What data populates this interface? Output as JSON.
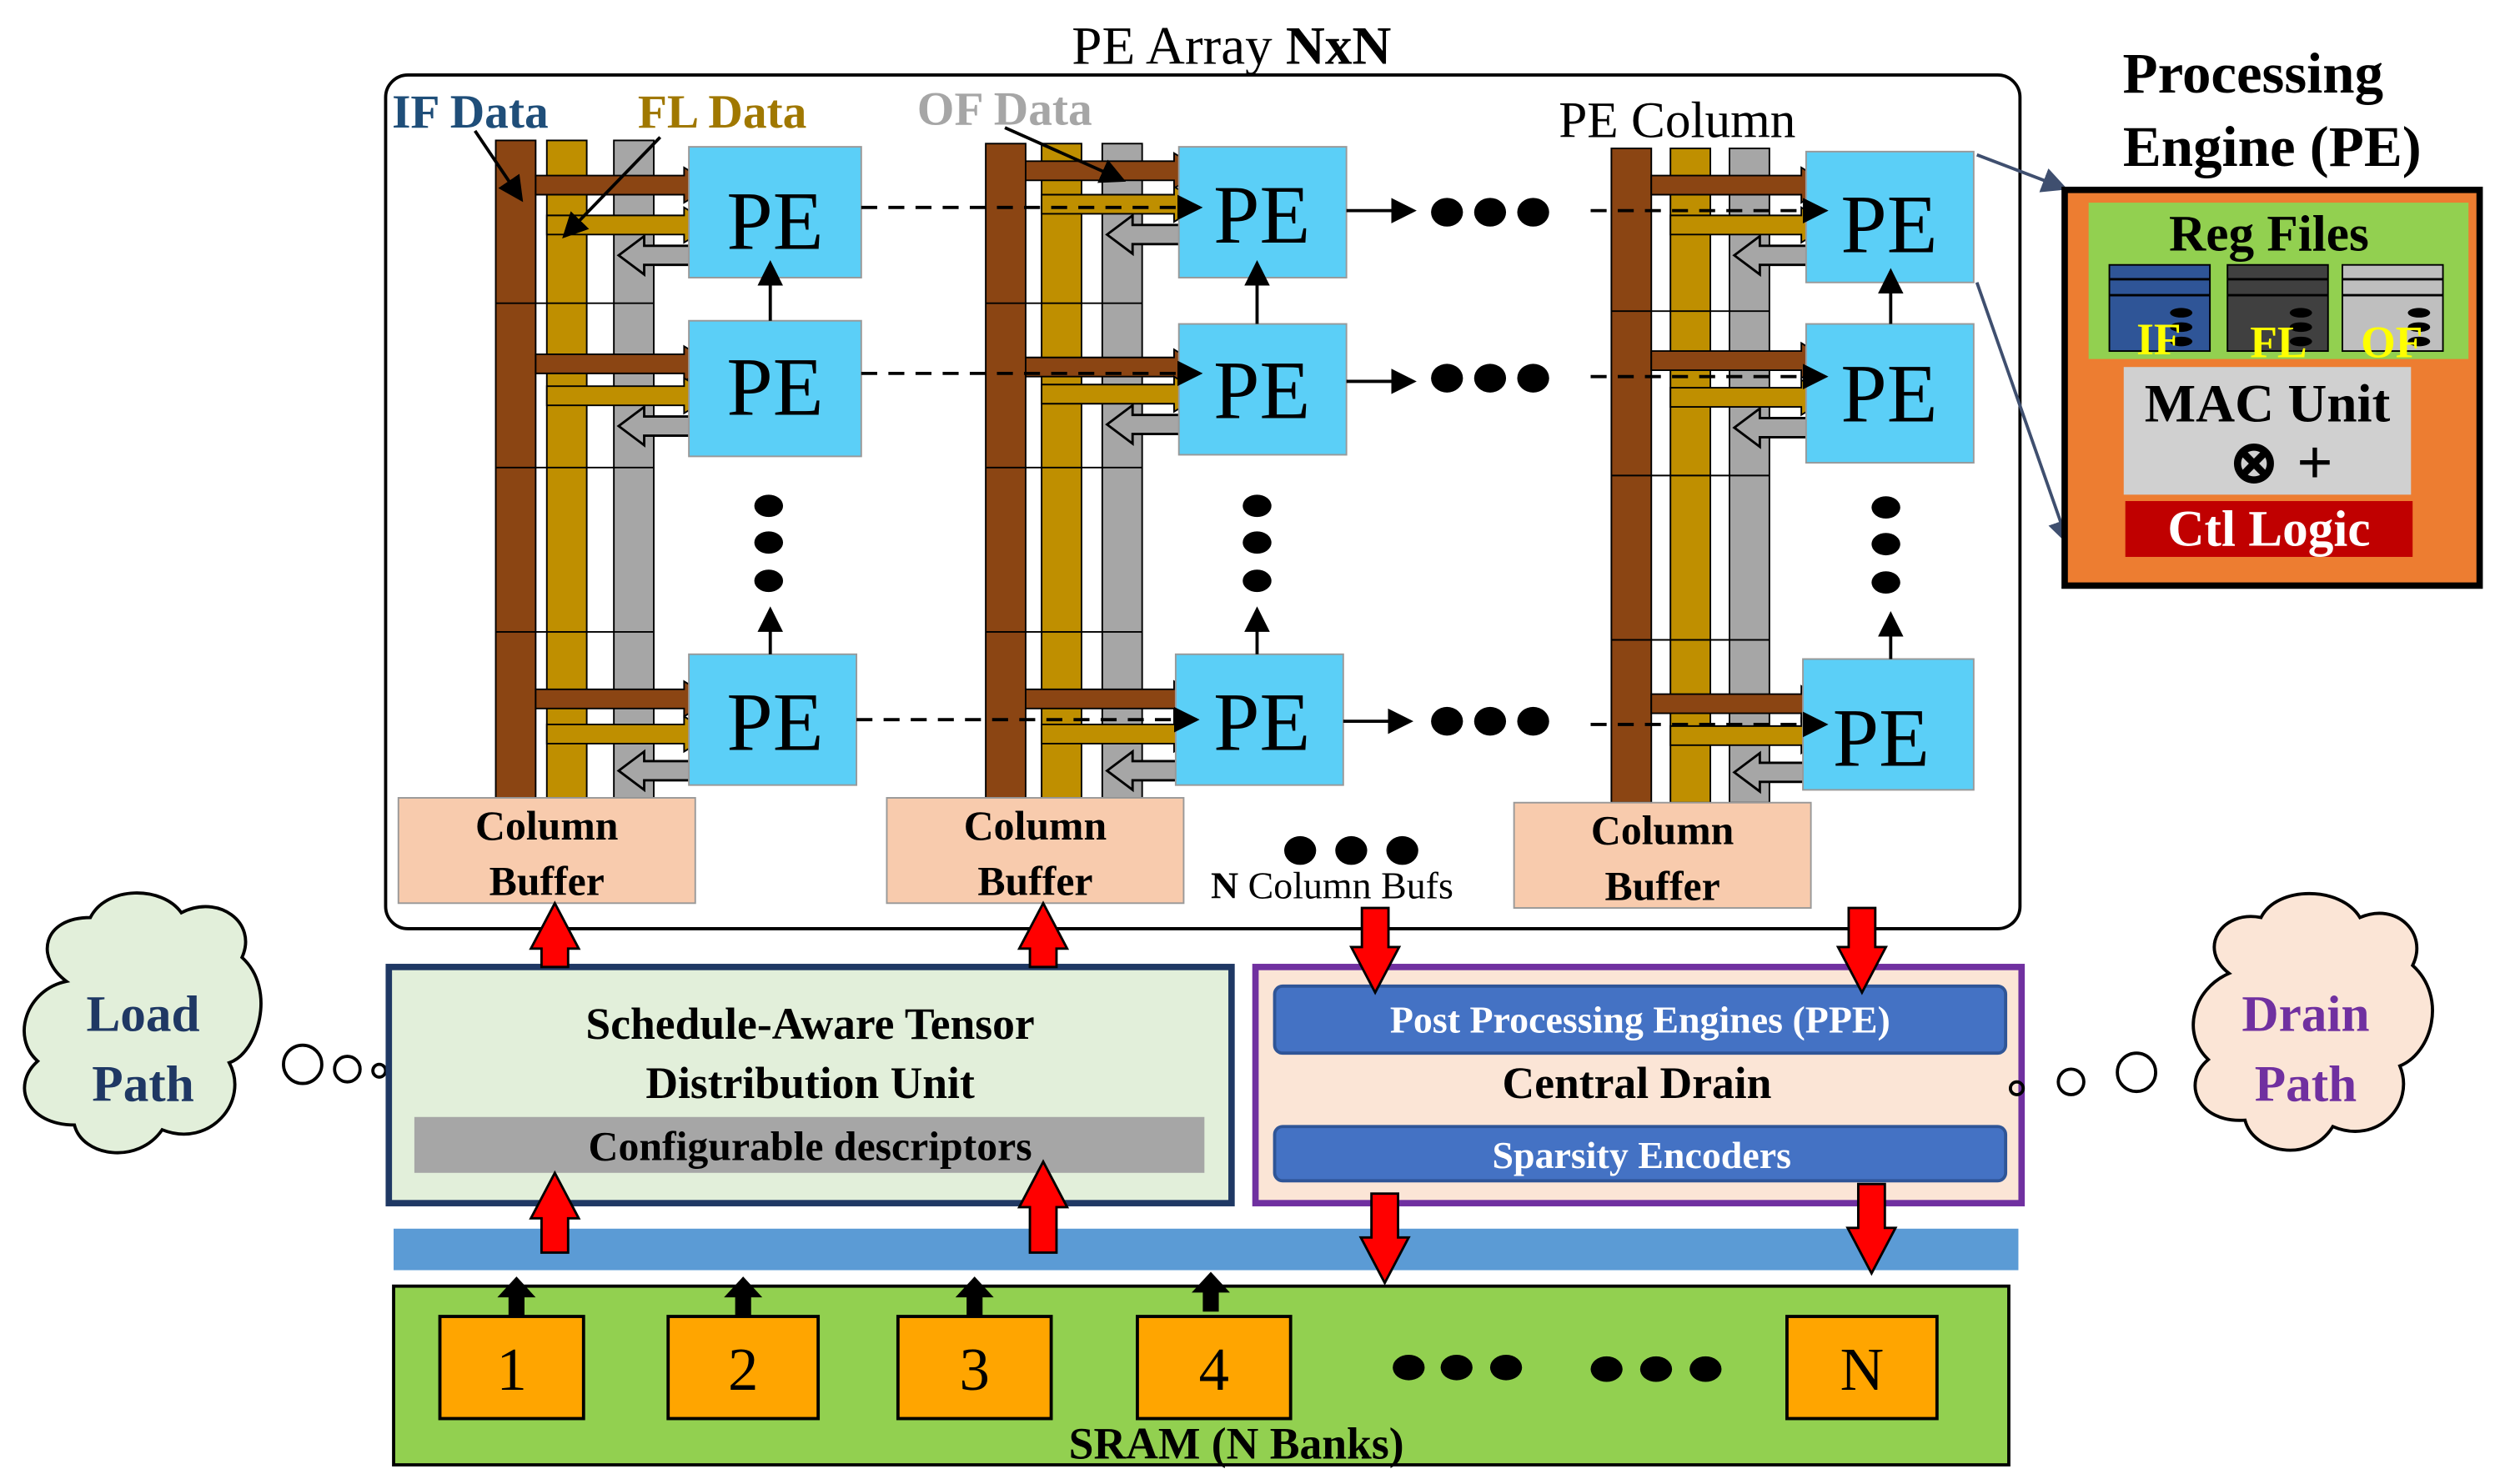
{
  "array": {
    "title_prefix": "PE Array ",
    "title_bold": "NxN",
    "if_label": "IF Data",
    "fl_label": "FL Data",
    "of_label": "OF Data",
    "column_label": "PE Column",
    "pe_label": "PE",
    "column_buffer_line1": "Column",
    "column_buffer_line2": "Buffer",
    "n_bufs_bold": "N",
    "n_bufs_rest": " Column Bufs"
  },
  "pe_detail": {
    "title_line1": "Processing",
    "title_line2": "Engine (PE)",
    "reg_files": "Reg Files",
    "reg_if": "IF",
    "reg_fl": "FL",
    "reg_of": "OF",
    "mac_unit": "MAC Unit",
    "mac_ops": "⊗ +",
    "ctl_logic": "Ctl Logic"
  },
  "load": {
    "cloud_line1": "Load",
    "cloud_line2": "Path",
    "unit_line1": "Schedule-Aware Tensor",
    "unit_line2": "Distribution Unit",
    "descriptors": "Configurable descriptors"
  },
  "drain": {
    "cloud_line1": "Drain",
    "cloud_line2": "Path",
    "ppe": "Post Processing Engines (PPE)",
    "central": "Central Drain",
    "sparsity": "Sparsity Encoders"
  },
  "sram": {
    "label": "SRAM  (N Banks)",
    "banks": [
      "1",
      "2",
      "3",
      "4",
      "N"
    ]
  },
  "colors": {
    "if_bus": "#8B4513",
    "fl_bus": "#BF8F00",
    "of_bus": "#A6A6A6",
    "pe_fill": "#5BCFF7",
    "buffer_fill": "#F8CBAD",
    "sram_fill": "#92D050",
    "bank_fill": "#FFA500",
    "load_box": "#E2EFDA",
    "load_border": "#1F3864",
    "drain_box": "#FBE5D6",
    "drain_border": "#7030A0",
    "ppe_fill": "#4472C4",
    "red_arrow": "#FF0000",
    "pe_outer": "#ED7D31",
    "ctl_fill": "#C00000",
    "if_text": "#1F4E79",
    "fl_text": "#A07800",
    "of_text": "#A6A6A6",
    "drain_text": "#7030A0",
    "load_text": "#1F3864"
  }
}
